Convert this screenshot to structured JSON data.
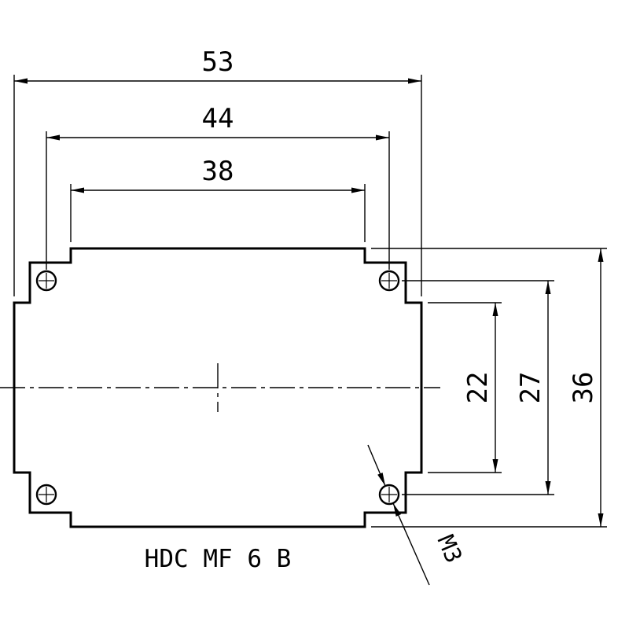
{
  "colors": {
    "line": "#000000",
    "background": "#ffffff"
  },
  "drawing": {
    "title": "HDC MF 6 B",
    "thread_label": "M3",
    "dims": {
      "overall_width": "53",
      "hole_pitch_horizontal": "44",
      "slot_width": "38",
      "body_height": "22",
      "hole_pitch_vertical": "27",
      "overall_height": "36"
    }
  }
}
